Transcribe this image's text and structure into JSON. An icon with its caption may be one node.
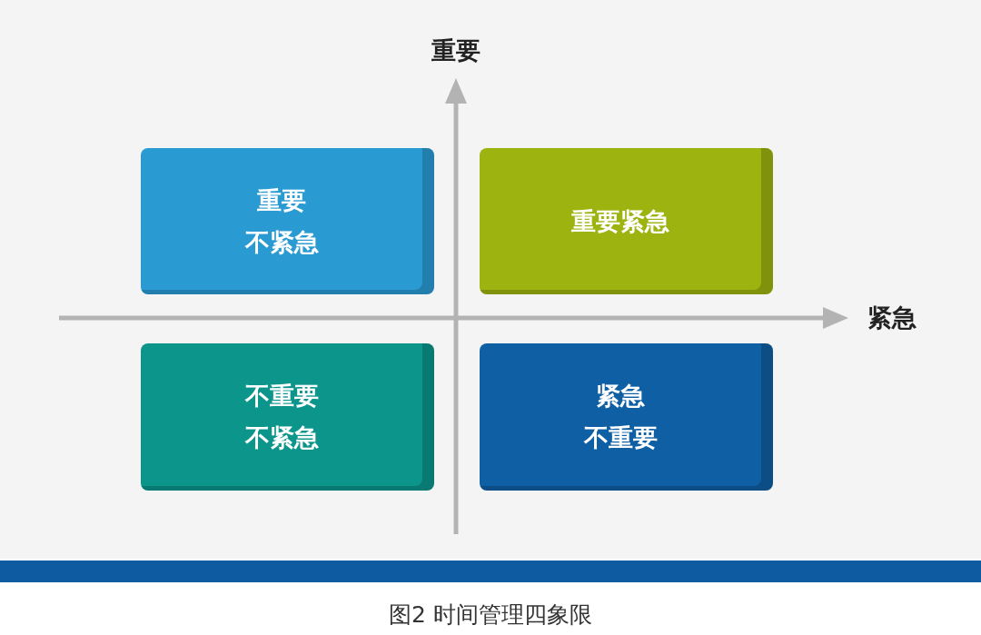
{
  "diagram": {
    "caption": "图2 时间管理四象限",
    "nodes": [
      {
        "text": [
          "重要",
          "不紧急"
        ]
      },
      {
        "text": [
          "重要紧急"
        ]
      },
      {
        "text": [
          "不重要",
          "不紧急"
        ]
      },
      {
        "text": [
          "紧急",
          "不重要"
        ]
      }
    ],
    "labels": [
      "重要",
      "紧急"
    ]
  }
}
